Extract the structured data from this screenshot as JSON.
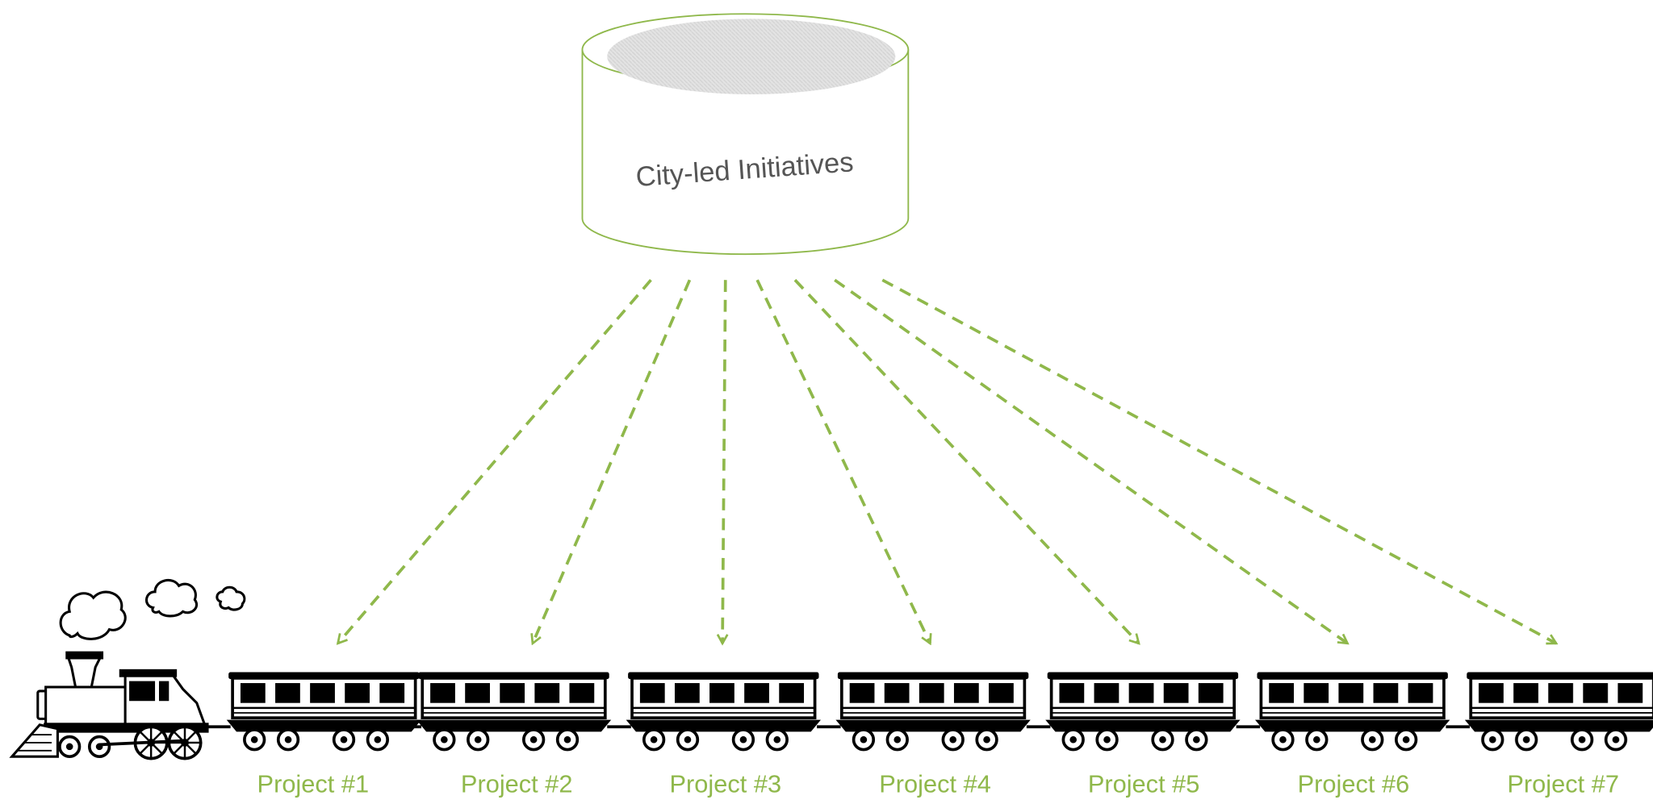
{
  "hub": {
    "title": "City-led Initiatives"
  },
  "projects": [
    "Project #1",
    "Project #2",
    "Project #3",
    "Project #4",
    "Project #5",
    "Project #6",
    "Project #7"
  ],
  "colors": {
    "accent": "#8fb84b",
    "outline": "#8fb84b",
    "text_dark": "#555555",
    "train": "#000000"
  }
}
